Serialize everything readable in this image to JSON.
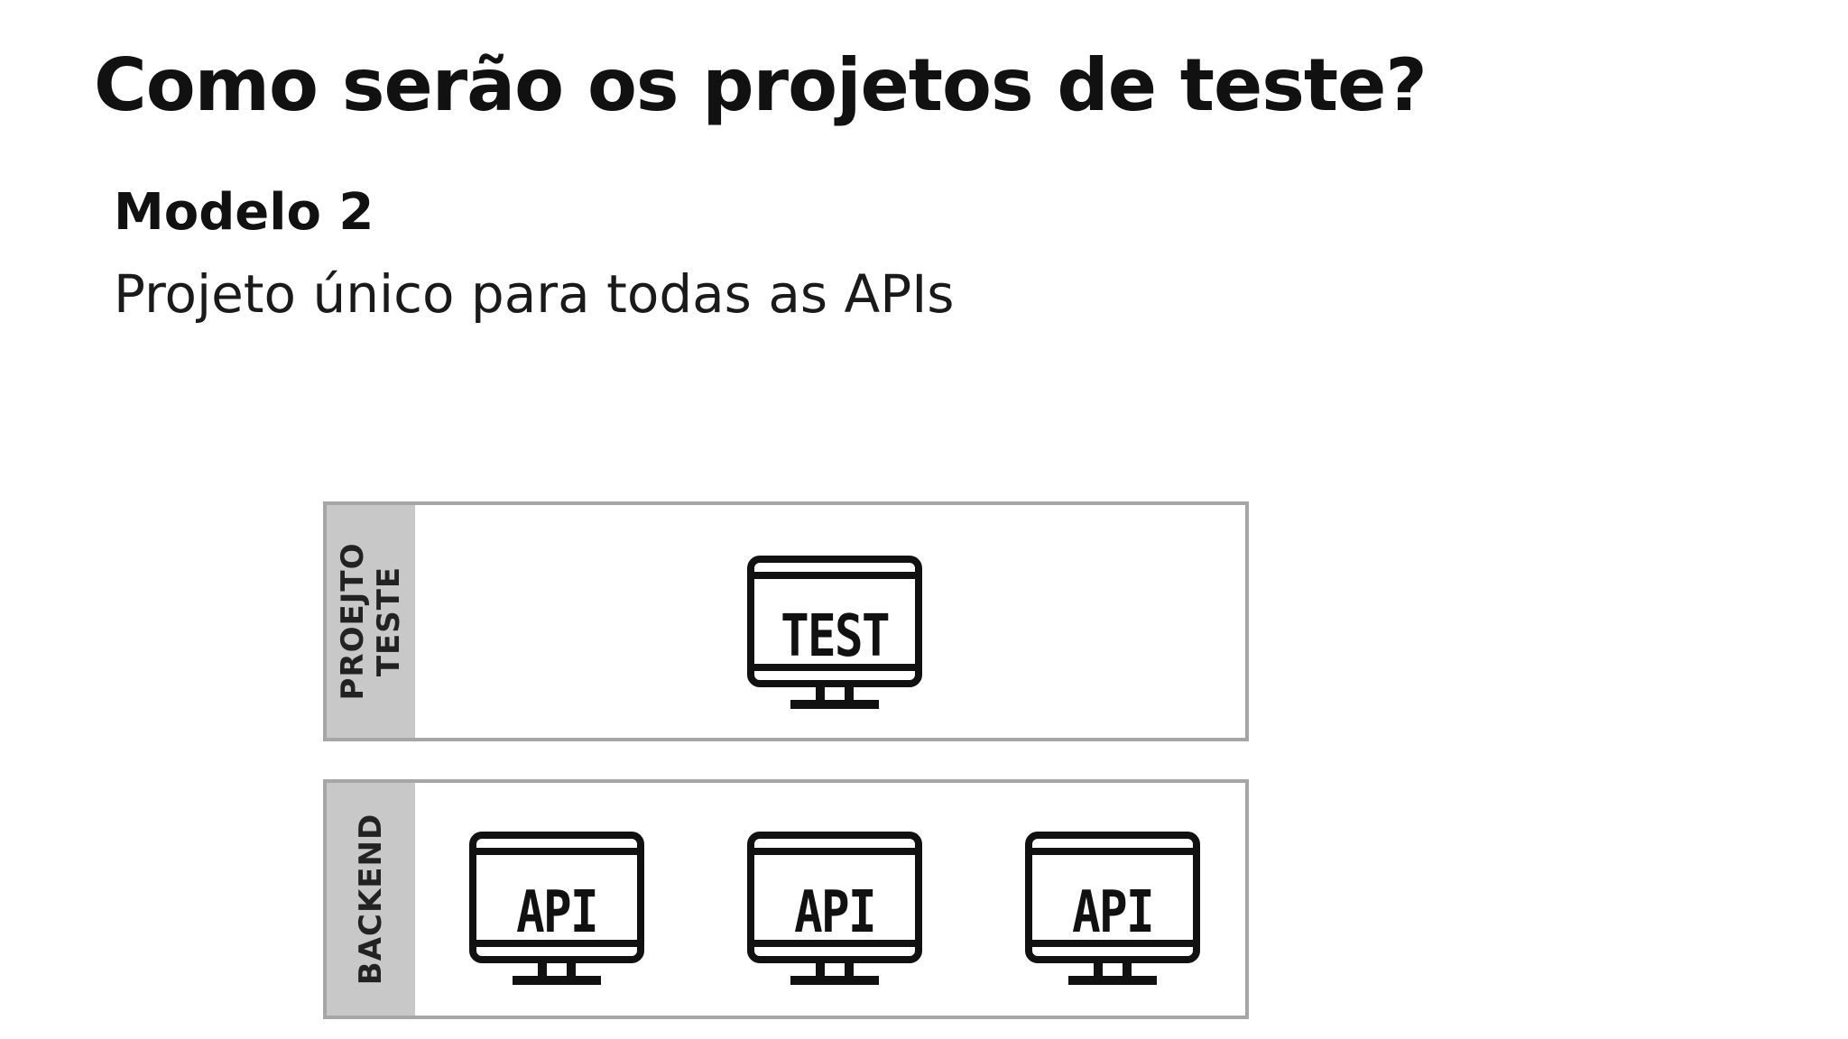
{
  "slide": {
    "title": "Como serão os projetos de teste?",
    "subtitle": "Modelo 2",
    "description": "Projeto único para todas as APIs"
  },
  "diagram": {
    "test_layer": {
      "label_line1": "PROEJTO",
      "label_line2": "TESTE",
      "monitor_text": "TEST"
    },
    "backend_layer": {
      "label": "BACKEND",
      "monitors": [
        {
          "text": "API"
        },
        {
          "text": "API"
        },
        {
          "text": "API"
        }
      ]
    },
    "colors": {
      "border": "#a6a6a6",
      "label_bar": "#c8c8c8",
      "icon": "#111111"
    },
    "icon": "monitor-icon"
  }
}
